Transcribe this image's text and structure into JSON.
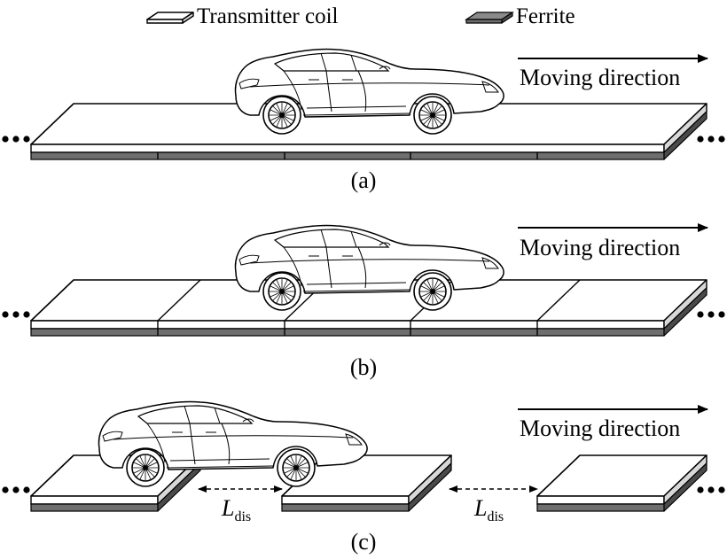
{
  "legend": {
    "coil_label": "Transmitter coil",
    "ferrite_label": "Ferrite"
  },
  "panels": [
    {
      "id": "a",
      "caption": "(a)",
      "direction_label": "Moving direction",
      "coil_type": "continuous long track",
      "segments": 5
    },
    {
      "id": "b",
      "caption": "(b)",
      "direction_label": "Moving direction",
      "coil_type": "segmented adjacent coils",
      "segments": 5
    },
    {
      "id": "c",
      "caption": "(c)",
      "direction_label": "Moving direction",
      "coil_type": "spaced coils",
      "segments": 3,
      "gap_labels": [
        {
          "symbol": "L",
          "subscript": "dis"
        },
        {
          "symbol": "L",
          "subscript": "dis"
        }
      ]
    }
  ],
  "colors": {
    "coil": "#ffffff",
    "ferrite": "#6e6e6e",
    "ferrite_dark": "#4a4a4a",
    "outline": "#000000"
  },
  "icons": [
    "car-icon",
    "ellipsis-icon",
    "arrow-right-icon"
  ]
}
